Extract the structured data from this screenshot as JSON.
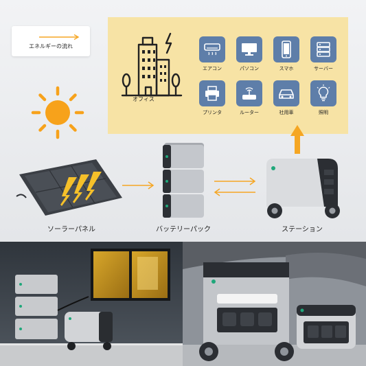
{
  "legend": {
    "label": "エネルギーの流れ",
    "arrow_icon": "orange-arrow-right-icon"
  },
  "office": {
    "label": "オフィス",
    "icon": "office-building-icon",
    "devices": [
      {
        "label": "エアコン",
        "icon": "air-conditioner-icon"
      },
      {
        "label": "パソコン",
        "icon": "monitor-icon"
      },
      {
        "label": "スマホ",
        "icon": "smartphone-icon"
      },
      {
        "label": "サーバー",
        "icon": "server-icon"
      },
      {
        "label": "プリンタ",
        "icon": "printer-icon"
      },
      {
        "label": "ルーター",
        "icon": "router-icon"
      },
      {
        "label": "社用車",
        "icon": "car-icon"
      },
      {
        "label": "照明",
        "icon": "light-bulb-icon"
      }
    ]
  },
  "flow": {
    "solar_label": "ソーラーパネル",
    "battery_label": "バッテリーパック",
    "station_label": "ステーション"
  },
  "colors": {
    "accent_orange": "#f5a623",
    "office_bg": "#f7e3a5",
    "icon_tile": "#5e7ea9",
    "sun": "#f7a21b",
    "station_dot": "#1fa77a"
  }
}
